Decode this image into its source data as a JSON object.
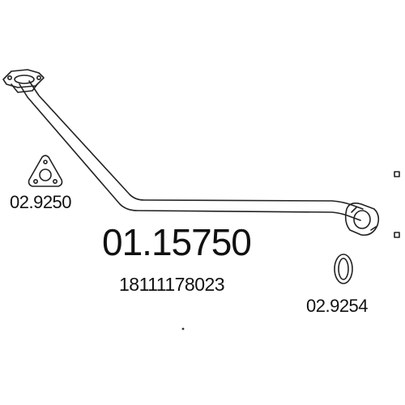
{
  "part": {
    "main_number": "01.15750",
    "oem_number": "18111178023"
  },
  "components": [
    {
      "code": "02.9250",
      "kind": "gasket"
    },
    {
      "code": "02.9254",
      "kind": "ring"
    }
  ],
  "colors": {
    "line": "#222222",
    "background": "#ffffff"
  }
}
